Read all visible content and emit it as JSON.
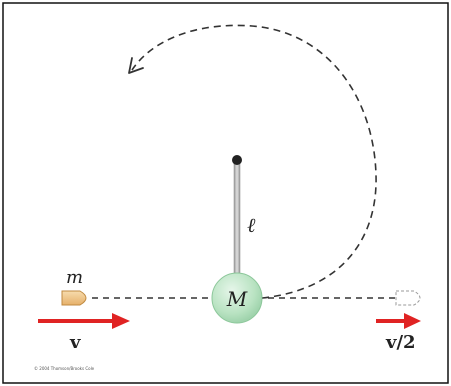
{
  "labels": {
    "bullet_mass": "m",
    "pendulum_mass": "M",
    "rod_length": "ℓ",
    "initial_velocity": "v",
    "final_velocity": "v/2"
  },
  "copyright": "© 2004 Thomson/Brooks Cole",
  "colors": {
    "frame": "#111111",
    "background": "#ffffff",
    "rod": "#b8b8b8",
    "pivot": "#222222",
    "bob_fill": "#b9e3c2",
    "bob_stroke": "#8cc79a",
    "bullet_fill": "#f2c98a",
    "arrow": "#e02323",
    "dashed": "#333333"
  }
}
